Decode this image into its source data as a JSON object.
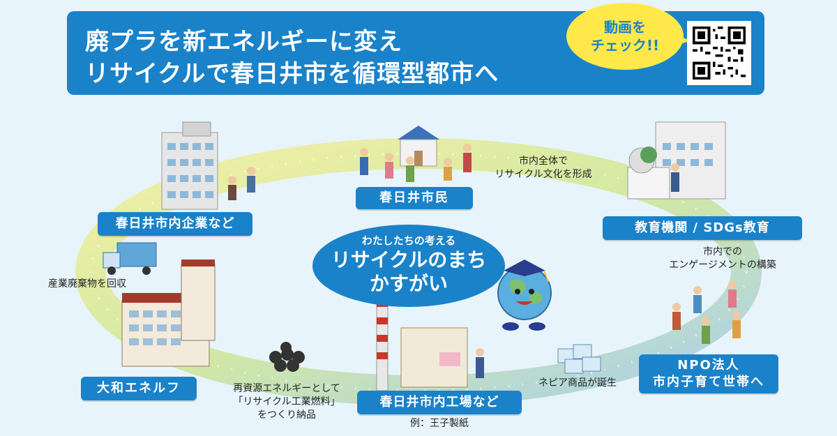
{
  "header": {
    "line1": "廃プラを新エネルギーに変え",
    "line2": "リサイクルで春日井市を循環型都市へ",
    "check_line1": "動画を",
    "check_line2": "チェック!!",
    "qr_icon": "qr-code-icon"
  },
  "center": {
    "sub": "わたしたちの考える",
    "main_line1": "リサイクルのまち",
    "main_line2": "かすがい"
  },
  "nodes": {
    "citizens": "春日井市民",
    "companies": "春日井市内企業など",
    "education": "教育機関 / SDGs教育",
    "npo_line1": "NPO法人",
    "npo_line2": "市内子育て世帯へ",
    "factory": "春日井市内工場など",
    "yamato": "大和エネルフ"
  },
  "notes": {
    "culture_line1": "市内全体で",
    "culture_line2": "リサイクル文化を形成",
    "engagement_line1": "市内での",
    "engagement_line2": "エンゲージメントの構築",
    "waste_collection": "産業廃棄物を回収",
    "fuel_line1": "再資源エネルギーとして",
    "fuel_line2": "「リサイクル工業燃料」",
    "fuel_line3": "をつくり納品",
    "nepia": "ネピア商品が誕生",
    "example": "例：王子製紙"
  },
  "colors": {
    "primary": "#1a82c9",
    "accent": "#ffe94a",
    "ring_yellow": "#f3f0a6",
    "ring_green": "#d3e9a2",
    "ring_blue": "#a9cfee"
  }
}
